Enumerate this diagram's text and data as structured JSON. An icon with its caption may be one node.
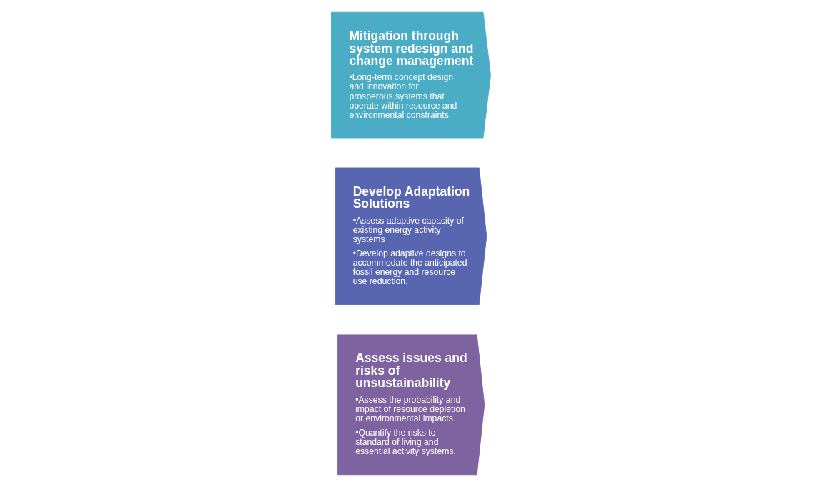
{
  "diagram": {
    "nodes": [
      {
        "text": [
          "Assess issues and risks of unsustainability",
          "•Assess the probability and impact of resource depletion or environmental impacts",
          "•Quantify the risks to standard of living and essential activity systems."
        ]
      },
      {
        "text": [
          "Develop Adaptation Solutions",
          "•Assess adaptive capacity of existing energy activity systems",
          "•Develop adaptive designs to accommodate the anticipated fossil energy and resource use reduction."
        ]
      },
      {
        "text": [
          "Mitigation through system redesign and change management",
          "•Long-term concept design and innovation for prosperous systems that operate within resource and environmental constraints."
        ]
      }
    ]
  }
}
